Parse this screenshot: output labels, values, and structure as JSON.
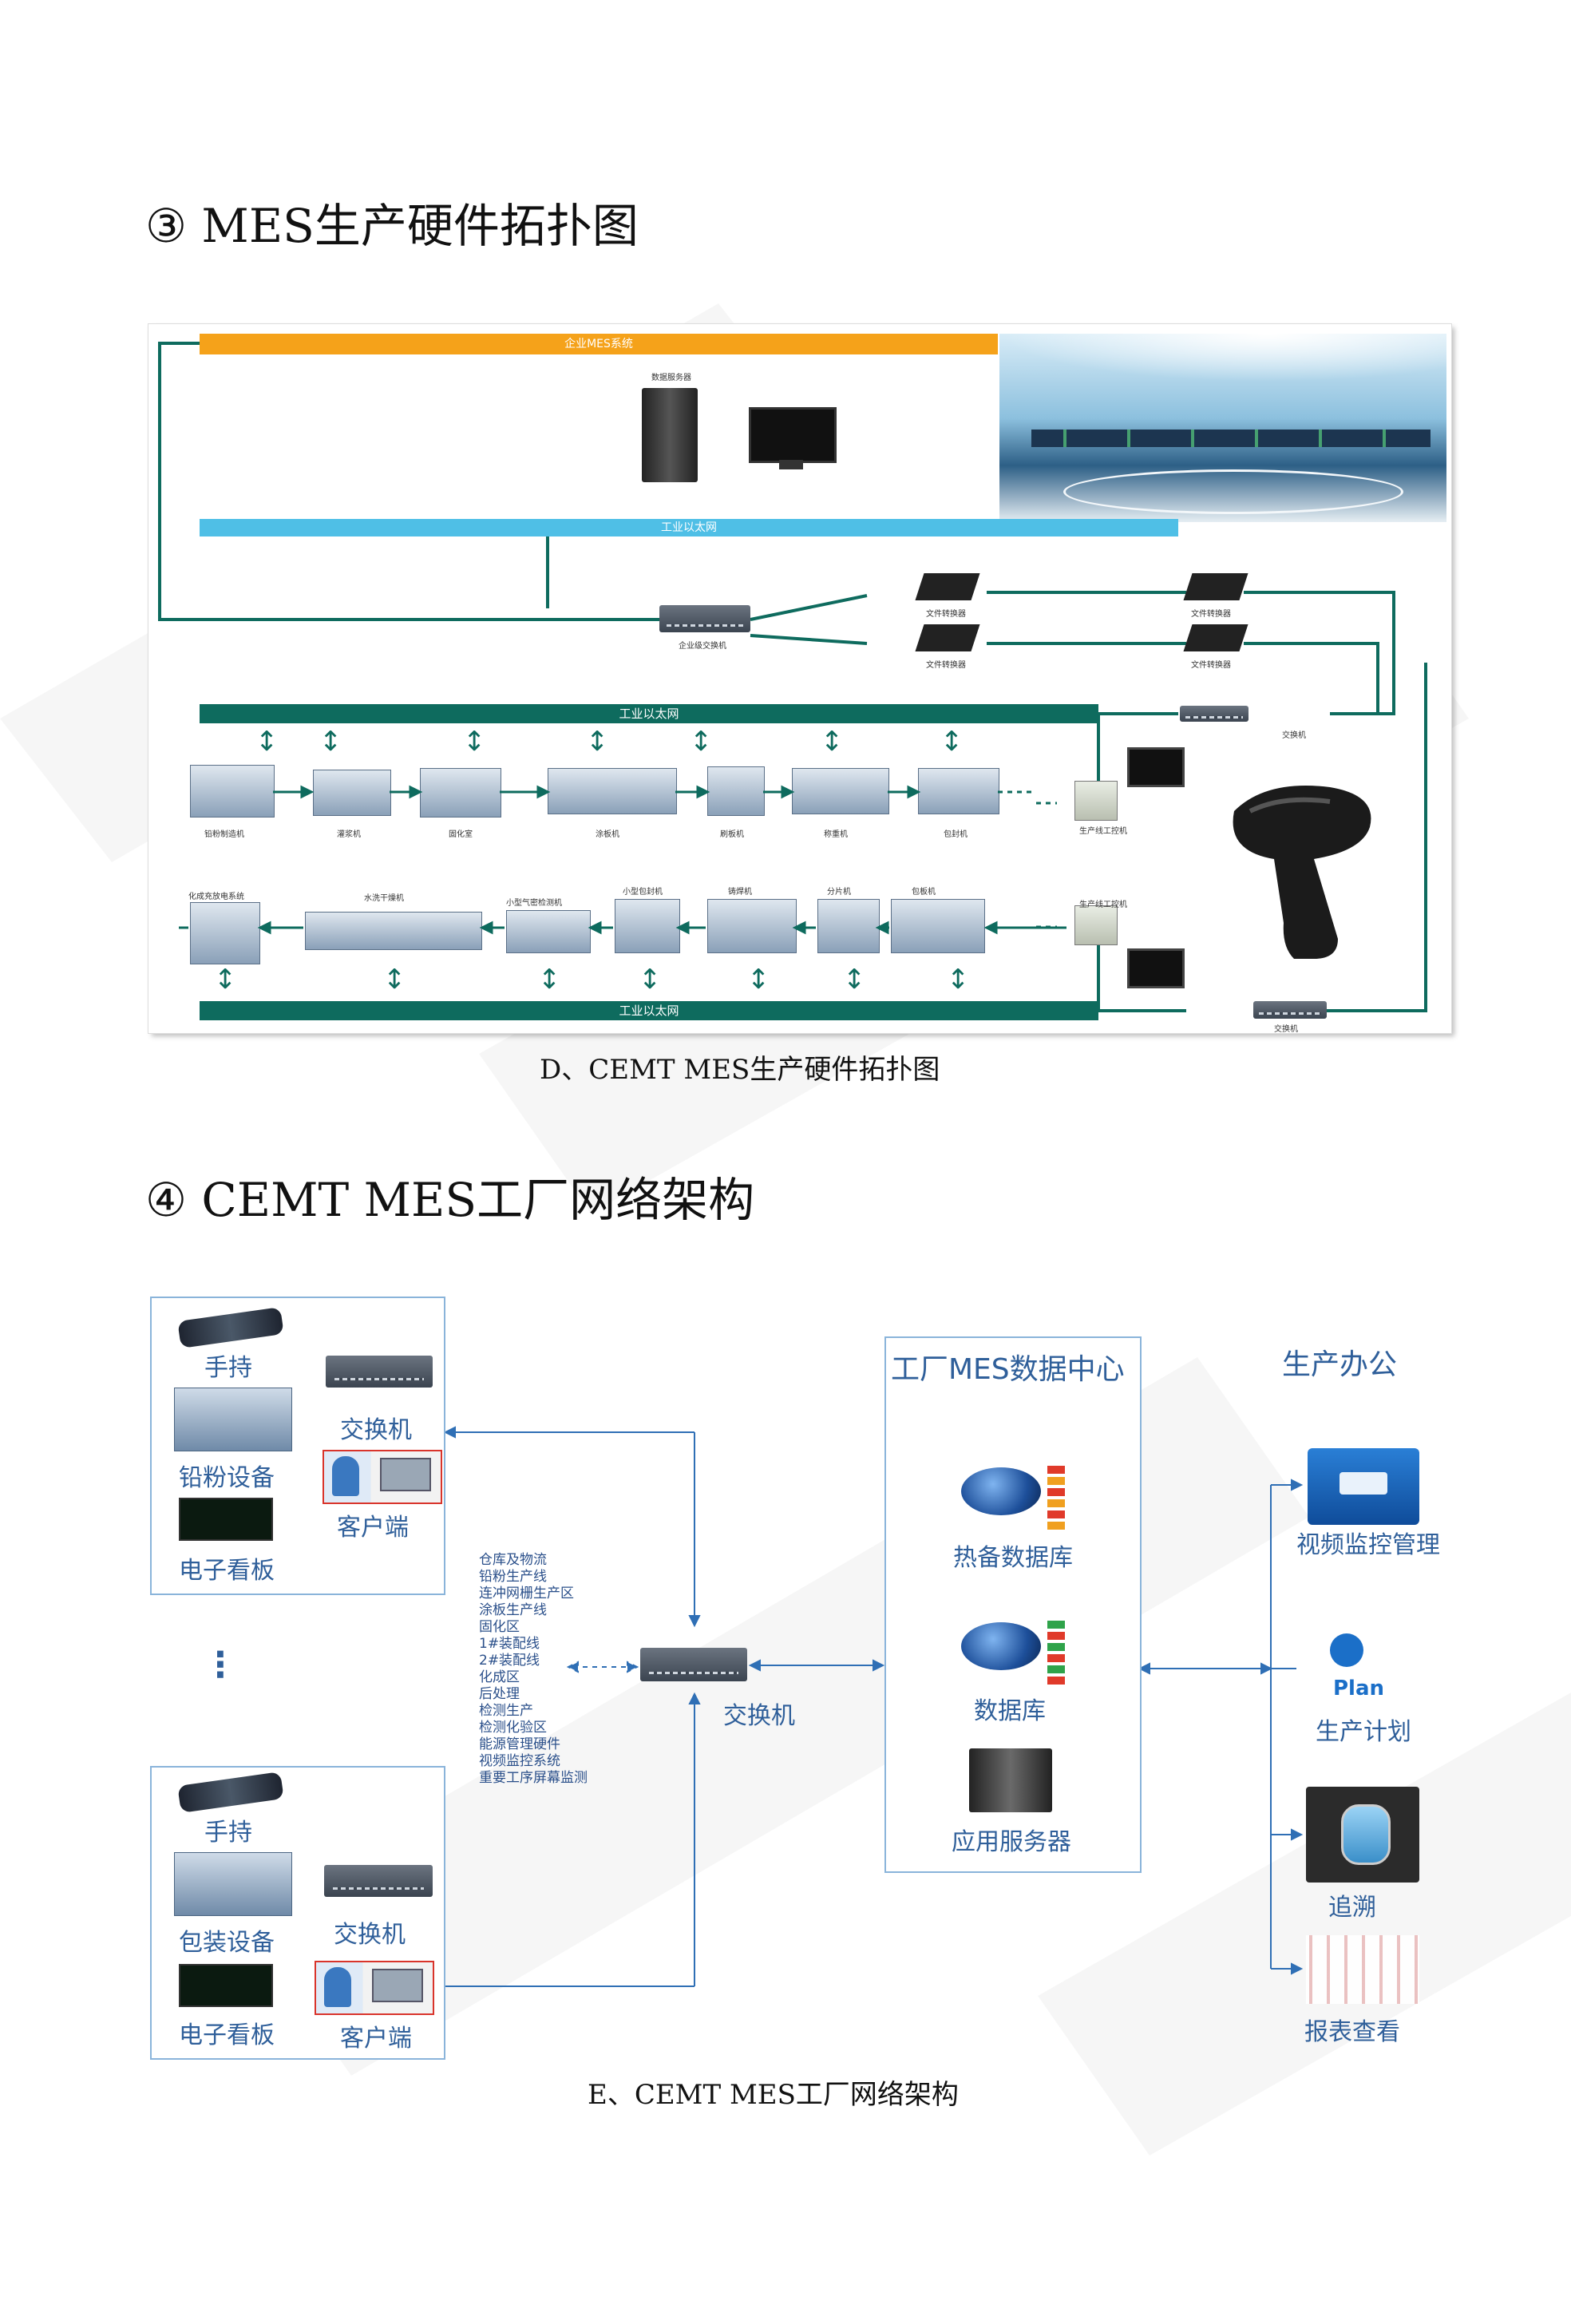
{
  "section3": {
    "heading": "③ MES生产硬件拓扑图",
    "caption": "D、CEMT MES生产硬件拓扑图",
    "figure": {
      "top_bar": "企业MES系统",
      "server_label": "数据服务器",
      "ethernet_upper": "工业以太网",
      "core_switch_label": "企业级交换机",
      "file_converters": [
        "文件转换器",
        "文件转换器",
        "文件转换器",
        "文件转换器"
      ],
      "ethernet_middle": "工业以太网",
      "ethernet_bottom": "工业以太网",
      "switch_labels": [
        "交换机",
        "交换机"
      ],
      "workstation_labels": [
        "生产线工控机",
        "生产线工控机"
      ],
      "top_line_machines": [
        "铅粉制造机",
        "灌浆机",
        "固化室",
        "涂板机",
        "刷板机",
        "称重机",
        "包封机"
      ],
      "bottom_line_machines": [
        "化成充放电系统",
        "水洗干燥机",
        "小型气密检测机",
        "小型包封机",
        "铸焊机",
        "分片机",
        "包板机"
      ]
    }
  },
  "section4": {
    "heading": "④ CEMT  MES工厂网络架构",
    "caption": "E、CEMT  MES工厂网络架构",
    "figure": {
      "panel_top": {
        "handheld": "手持",
        "equipment": "铅粉设备",
        "board": "电子看板",
        "switch": "交换机",
        "client": "客户端"
      },
      "ellipsis": "⋮",
      "panel_bottom": {
        "handheld": "手持",
        "equipment": "包装设备",
        "board": "电子看板",
        "switch": "交换机",
        "client": "客户端"
      },
      "areas": [
        "仓库及物流",
        "铅粉生产线",
        "连冲网栅生产区",
        "涂板生产线",
        "固化区",
        "1#装配线",
        "2#装配线",
        "化成区",
        "后处理",
        "检测生产",
        "检测化验区",
        "能源管理硬件",
        "视频监控系统",
        "重要工序屏幕监测"
      ],
      "center_switch": "交换机",
      "datacenter_title": "工厂MES数据中心",
      "hot_db": "热备数据库",
      "db": "数据库",
      "app_server": "应用服务器",
      "office_title": "生产办公",
      "video": "视频监控管理",
      "plan_logo": "Plan",
      "plan": "生产计划",
      "trace": "追溯",
      "report": "报表查看"
    }
  }
}
